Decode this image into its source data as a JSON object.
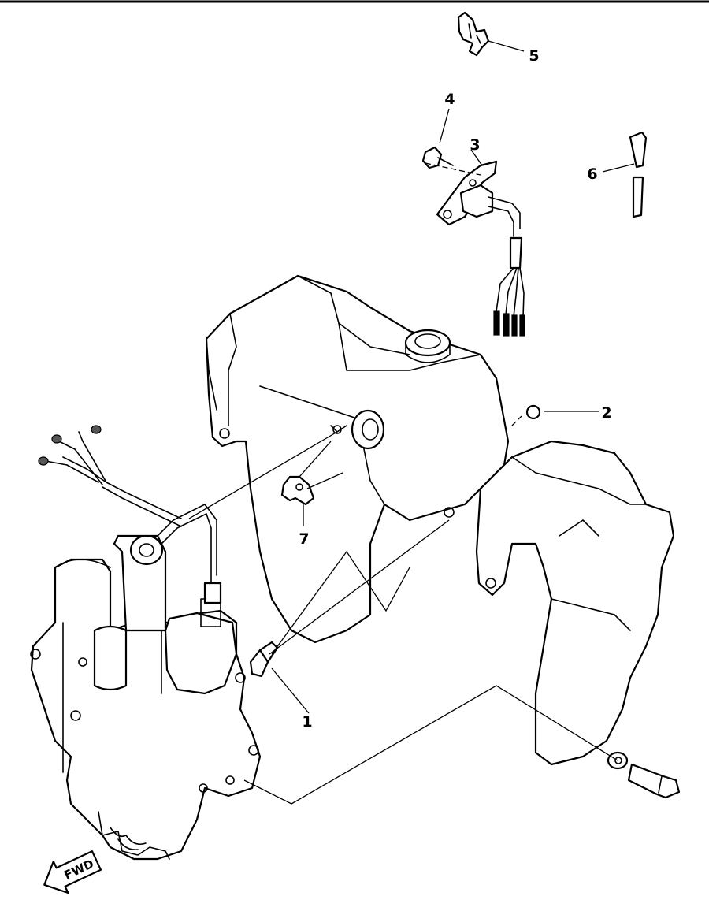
{
  "callouts": [
    {
      "id": "1",
      "label": "1"
    },
    {
      "id": "2",
      "label": "2"
    },
    {
      "id": "3",
      "label": "3"
    },
    {
      "id": "4",
      "label": "4"
    },
    {
      "id": "5",
      "label": "5"
    },
    {
      "id": "6",
      "label": "6"
    },
    {
      "id": "7",
      "label": "7"
    }
  ],
  "direction_arrow": {
    "label": "FWD",
    "icon": "fwd-arrow-icon"
  },
  "colors": {
    "line": "#000000",
    "background": "#ffffff"
  }
}
